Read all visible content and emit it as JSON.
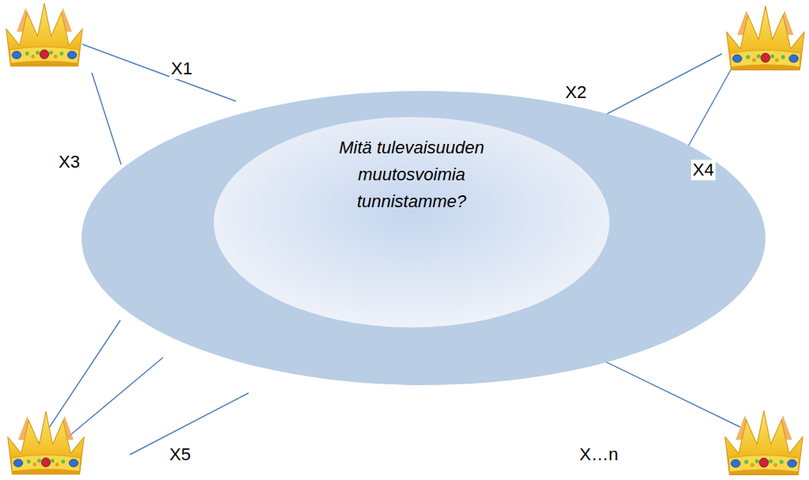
{
  "diagram": {
    "nodes": [
      {
        "text": [
          "Mitä tulevaisuuden muutosvoimia tunnistamme?"
        ]
      }
    ],
    "labels": [
      "X1",
      "X2",
      "X3",
      "X4",
      "X5",
      "X…n"
    ]
  }
}
